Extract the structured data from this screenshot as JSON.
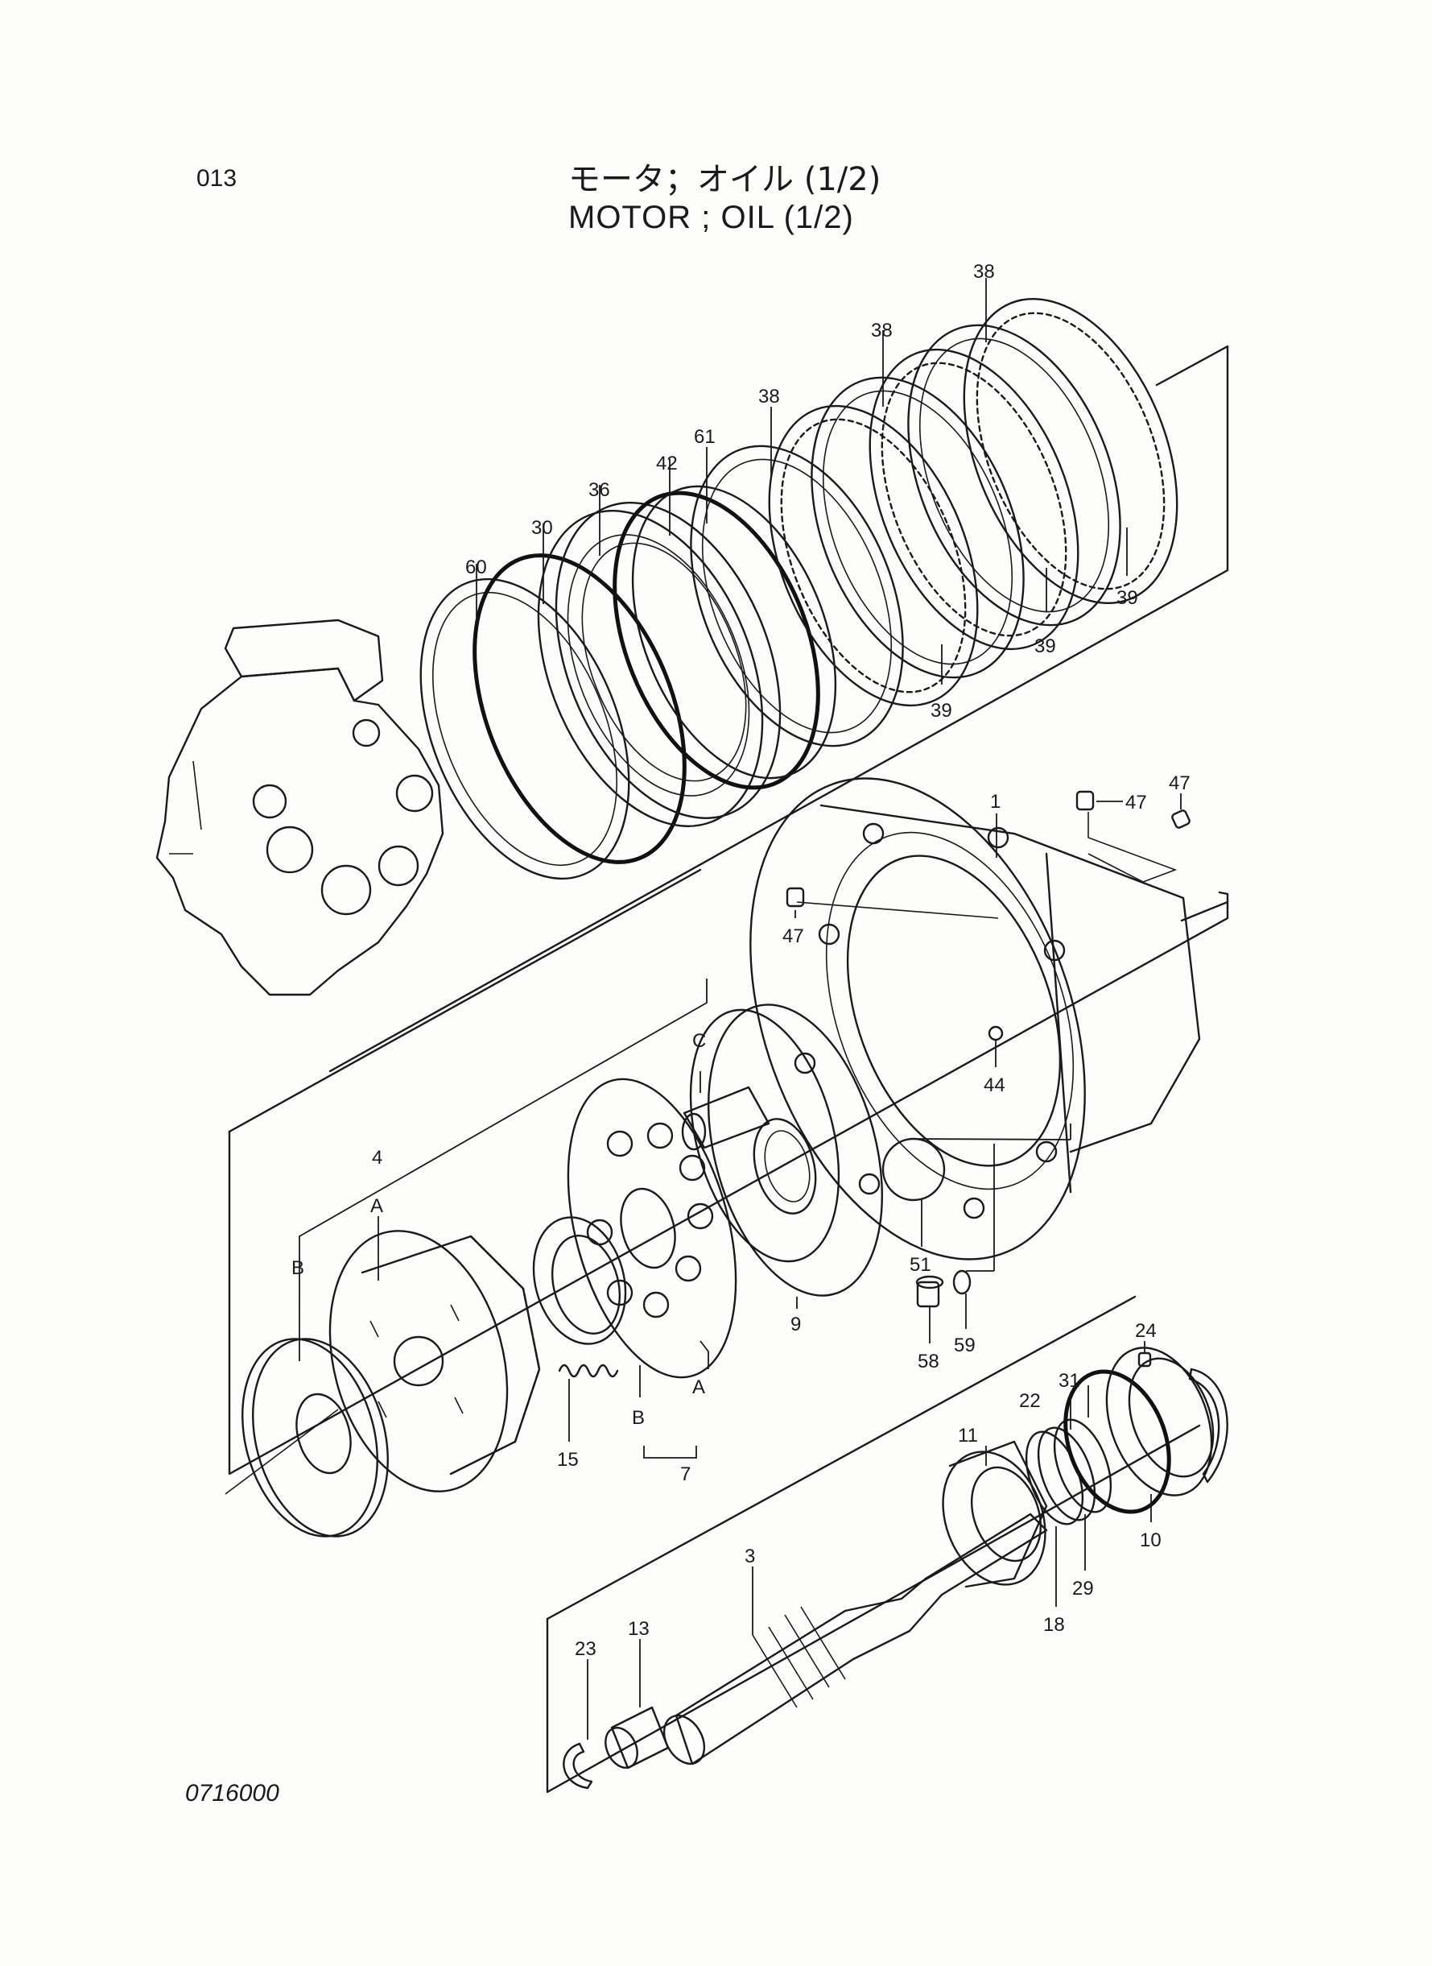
{
  "header": {
    "page_number": "013",
    "title_jp": "モータ；オイル (1/2)",
    "title_en": "MOTOR ; OIL (1/2)"
  },
  "footer": {
    "drawing_code": "0716000"
  },
  "callouts": {
    "p38a": "38",
    "p38b": "38",
    "p38c": "38",
    "p39a": "39",
    "p39b": "39",
    "p39c": "39",
    "p61": "61",
    "p42": "42",
    "p36": "36",
    "p30": "30",
    "p60": "60",
    "p1": "1",
    "p47a": "47",
    "p47b": "47",
    "p47c": "47",
    "p44": "44",
    "p51": "51",
    "p58": "58",
    "p59": "59",
    "p9": "9",
    "pC": "C",
    "p4": "4",
    "pA1": "A",
    "pB1": "B",
    "pA2": "A",
    "pB2": "B",
    "p7": "7",
    "p15": "15",
    "p24": "24",
    "p31": "31",
    "p22": "22",
    "p11": "11",
    "p10": "10",
    "p29": "29",
    "p18": "18",
    "p3": "3",
    "p13": "13",
    "p23": "23"
  }
}
